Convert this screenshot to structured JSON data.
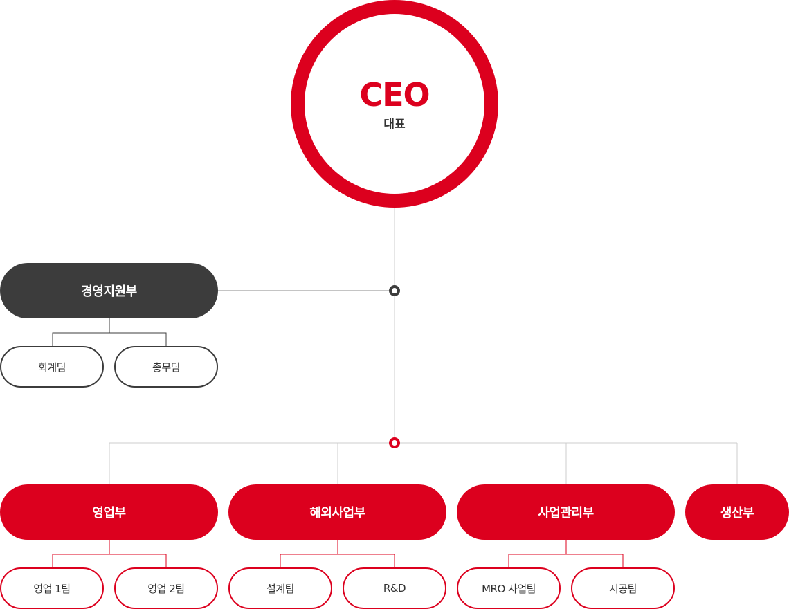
{
  "ceo": {
    "title": "CEO",
    "subtitle": "대표"
  },
  "management": {
    "label": "경영지원부",
    "teams": [
      "회계팀",
      "총무팀"
    ]
  },
  "departments": [
    {
      "label": "영업부",
      "teams": [
        "영업 1팀",
        "영업 2팀"
      ]
    },
    {
      "label": "해외사업부",
      "teams": [
        "설계팀",
        "R&D"
      ]
    },
    {
      "label": "사업관리부",
      "teams": [
        "MRO 사업팀",
        "시공팀"
      ]
    },
    {
      "label": "생산부",
      "teams": []
    }
  ],
  "colors": {
    "accent": "#dc001e",
    "dark": "#3c3c3c",
    "line": "#cccccc"
  }
}
